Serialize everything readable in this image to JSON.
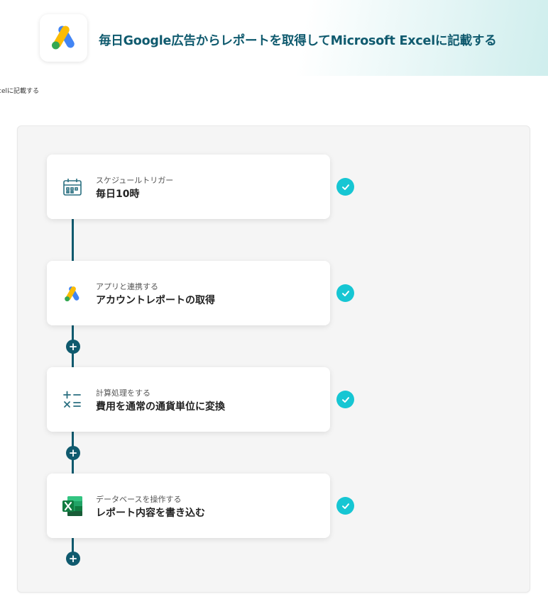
{
  "header": {
    "title": "毎日Google広告からレポートを取得してMicrosoft Excelに記載する",
    "app_icon": "google-ads-icon"
  },
  "breadcrumb": "celに記載する",
  "steps": [
    {
      "category": "スケジュールトリガー",
      "title": "毎日10時",
      "icon": "schedule-calendar-icon",
      "status": "complete"
    },
    {
      "category": "アプリと連携する",
      "title": "アカウントレポートの取得",
      "icon": "google-ads-icon",
      "status": "complete"
    },
    {
      "category": "計算処理をする",
      "title": "費用を通常の通貨単位に変換",
      "icon": "calculation-operators-icon",
      "status": "complete"
    },
    {
      "category": "データベースを操作する",
      "title": "レポート内容を書き込む",
      "icon": "microsoft-excel-icon",
      "status": "complete"
    }
  ],
  "add_button_symbol": "+",
  "colors": {
    "accent": "#0f5a6e",
    "check": "#16c6d3",
    "panel_bg": "#f5f5f5",
    "ads_blue": "#4285f4",
    "ads_yellow": "#fbbc04",
    "ads_green": "#34a853",
    "excel_green": "#107c41"
  }
}
